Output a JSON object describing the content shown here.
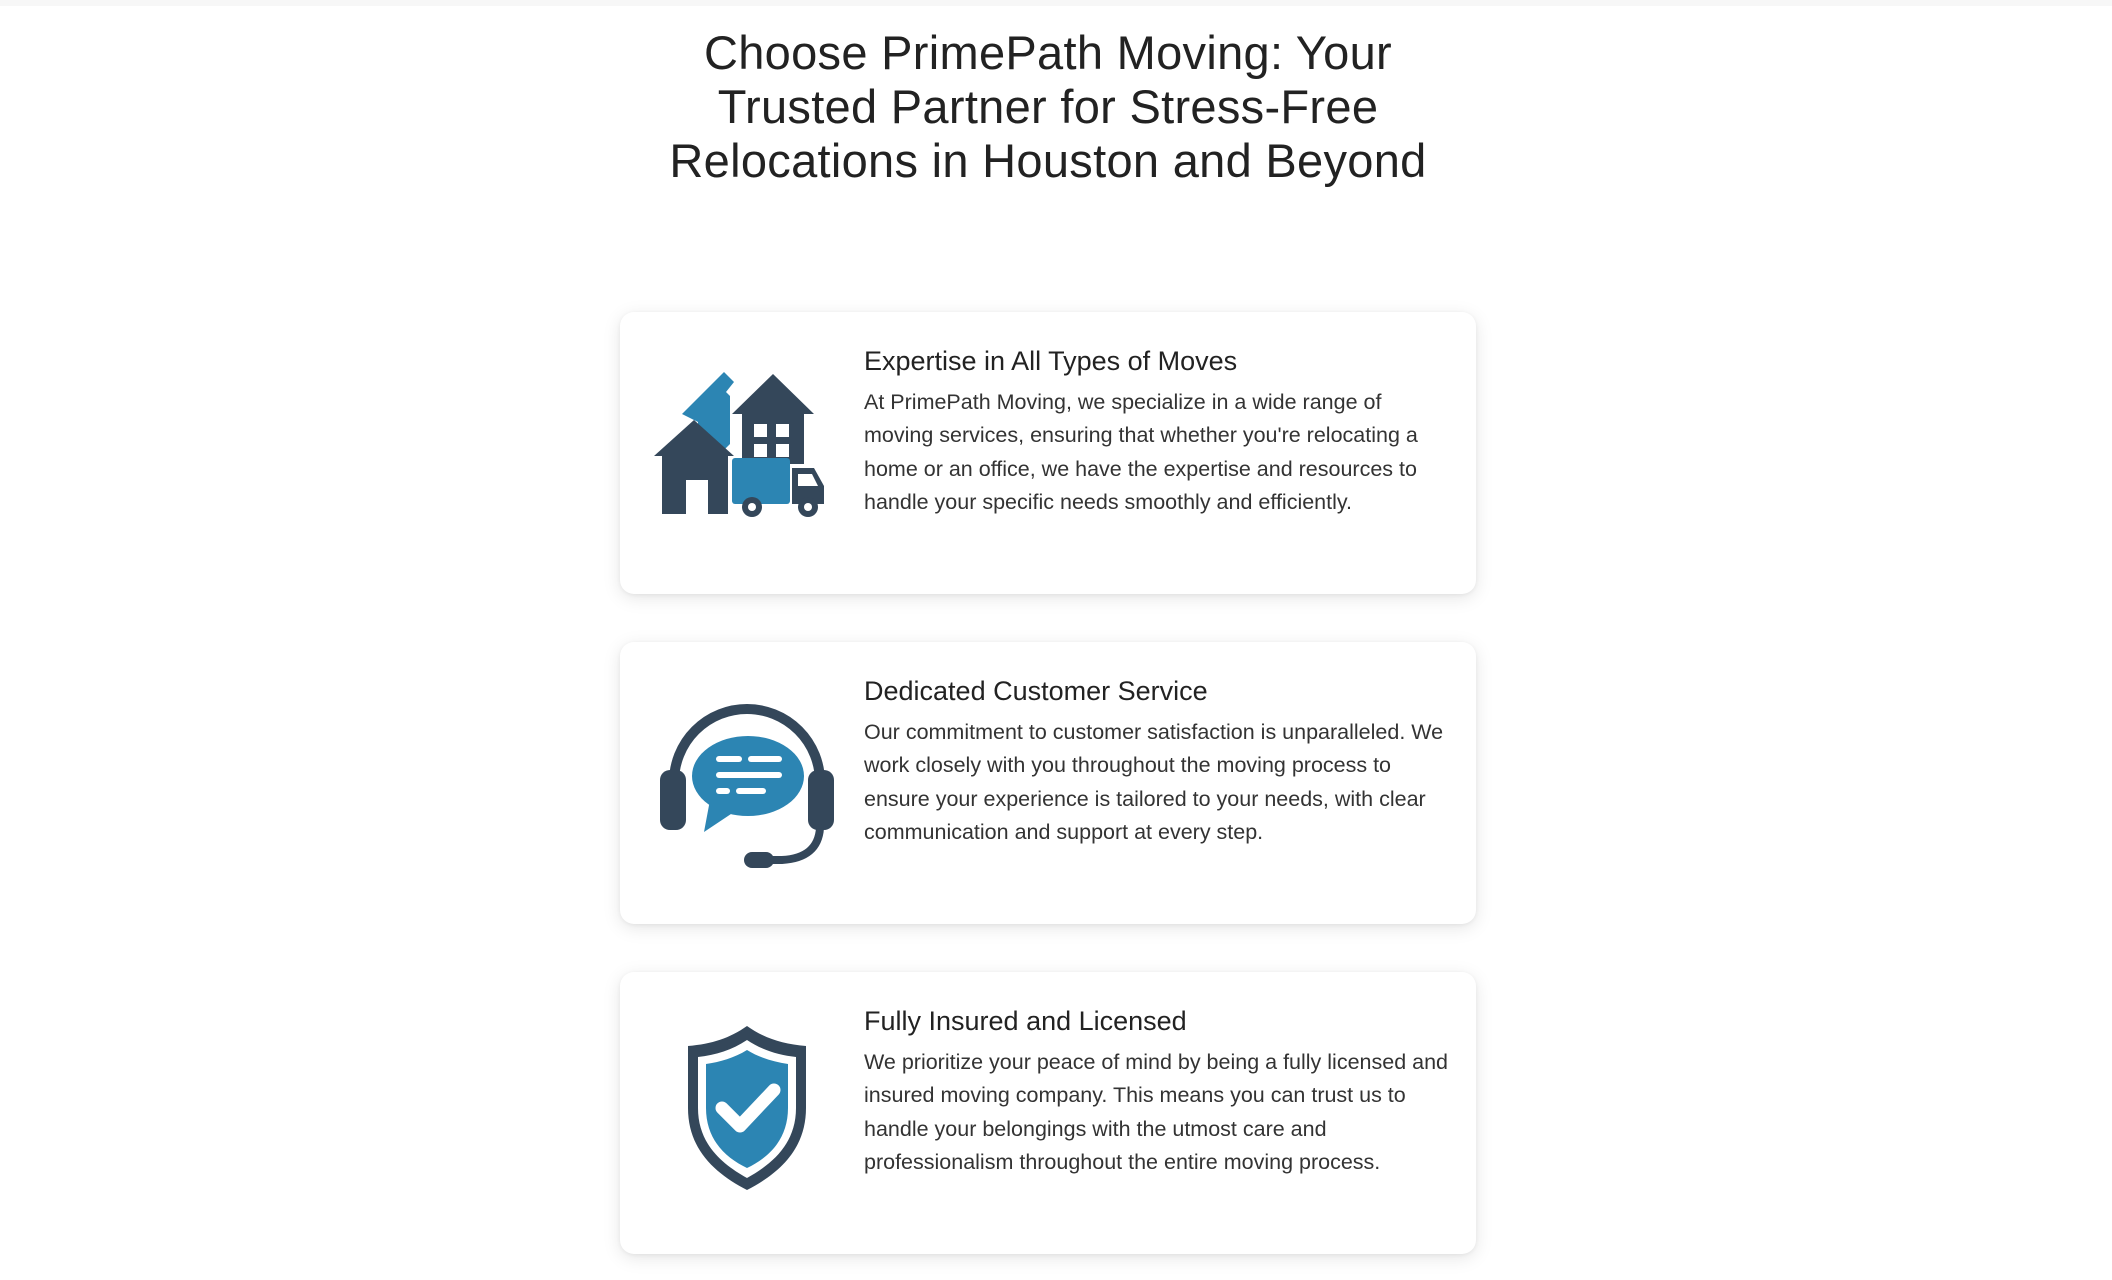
{
  "page": {
    "title": "Choose PrimePath Moving: Your Trusted Partner for Stress-Free Relocations in Houston and Beyond"
  },
  "colors": {
    "icon_dark": "#34475a",
    "icon_accent": "#2c85b3",
    "text": "#222222"
  },
  "features": [
    {
      "icon": "houses-moving-truck-icon",
      "heading": "Expertise in All Types of Moves",
      "body": "At PrimePath Moving, we specialize in a wide range of moving services, ensuring that whether you're relocating a home or an office, we have the expertise and resources to handle your specific needs smoothly and efficiently."
    },
    {
      "icon": "headset-chat-icon",
      "heading": "Dedicated Customer Service",
      "body": "Our commitment to customer satisfaction is unparalleled. We work closely with you throughout the moving process to ensure your experience is tailored to your needs, with clear communication and support at every step."
    },
    {
      "icon": "shield-check-icon",
      "heading": "Fully Insured and Licensed",
      "body": "We prioritize your peace of mind by being a fully licensed and insured moving company. This means you can trust us to handle your belongings with the utmost care and professionalism throughout the entire moving process."
    }
  ]
}
